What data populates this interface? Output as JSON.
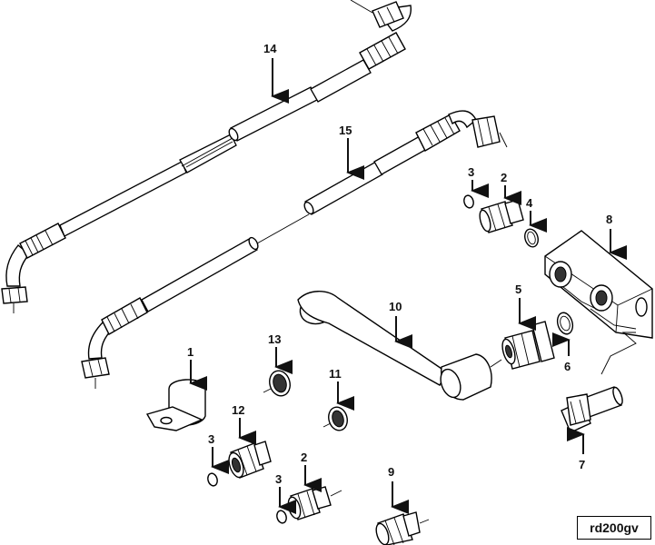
{
  "reference_code": "rd200gv",
  "callouts": [
    {
      "id": "c1",
      "label": "1"
    },
    {
      "id": "c2a",
      "label": "2"
    },
    {
      "id": "c2b",
      "label": "2"
    },
    {
      "id": "c3a",
      "label": "3"
    },
    {
      "id": "c3b",
      "label": "3"
    },
    {
      "id": "c3c",
      "label": "3"
    },
    {
      "id": "c4",
      "label": "4"
    },
    {
      "id": "c5",
      "label": "5"
    },
    {
      "id": "c6",
      "label": "6"
    },
    {
      "id": "c7",
      "label": "7"
    },
    {
      "id": "c8",
      "label": "8"
    },
    {
      "id": "c9",
      "label": "9"
    },
    {
      "id": "c10",
      "label": "10"
    },
    {
      "id": "c11",
      "label": "11"
    },
    {
      "id": "c12",
      "label": "12"
    },
    {
      "id": "c13",
      "label": "13"
    },
    {
      "id": "c14",
      "label": "14"
    },
    {
      "id": "c15",
      "label": "15"
    }
  ]
}
